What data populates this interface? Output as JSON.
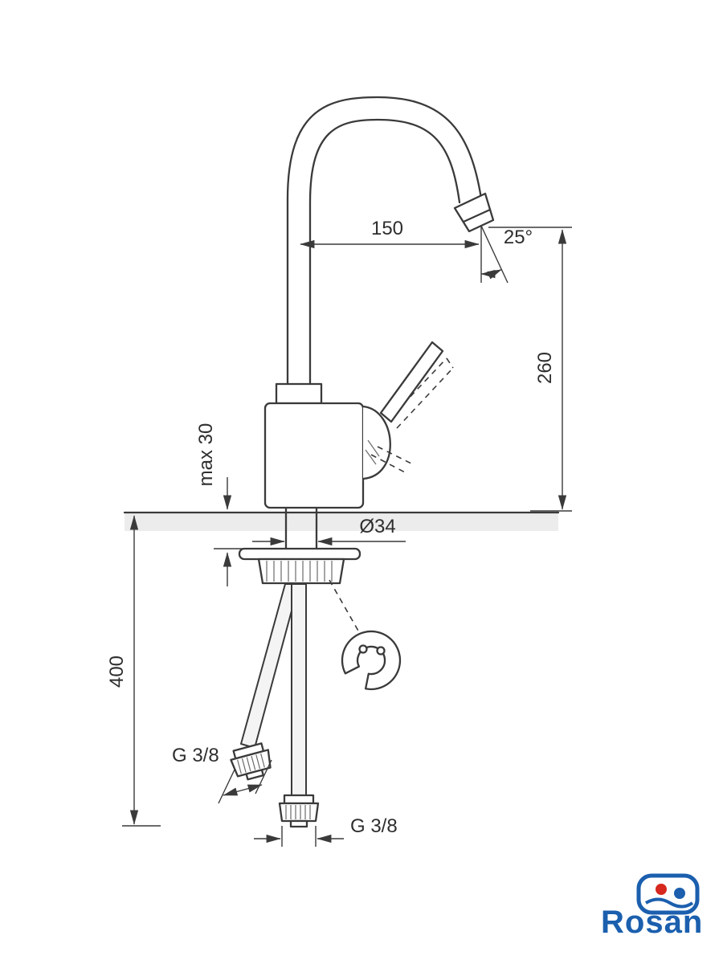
{
  "dimensions": {
    "spout_reach": {
      "label": "150"
    },
    "spout_angle": {
      "label": "25°"
    },
    "spout_height": {
      "label": "260"
    },
    "deck_thickness": {
      "label": "max 30"
    },
    "base_diameter": {
      "label": "Ø34"
    },
    "hose_length": {
      "label": "400"
    },
    "thread_left": {
      "label": "G 3/8"
    },
    "thread_bottom": {
      "label": "G 3/8"
    }
  },
  "logo": {
    "brand": "Rosan"
  },
  "colors": {
    "line": "#3a3a3a",
    "text": "#2e2e2e",
    "counter_band": "#ececec",
    "logo_blue": "#1b5fae",
    "logo_red": "#d6281e"
  }
}
